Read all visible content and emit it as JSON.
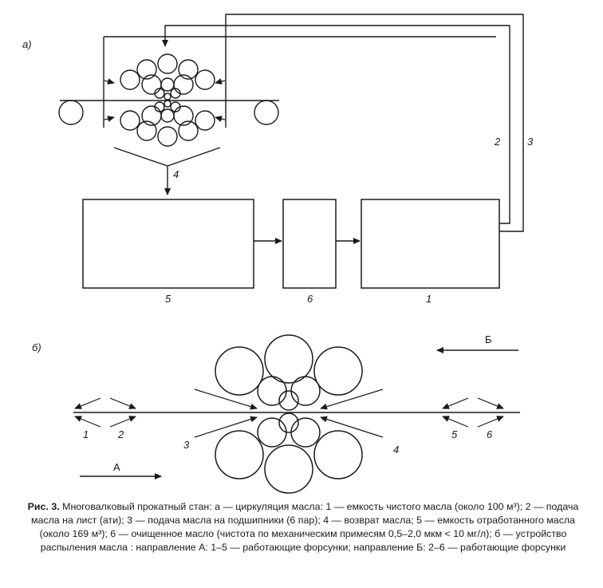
{
  "scheme_a": {
    "panel_label": "а)",
    "box_labels": [
      "5",
      "6",
      "1"
    ],
    "line_labels": [
      "2",
      "3",
      "4"
    ]
  },
  "scheme_b": {
    "panel_label": "б)",
    "direction_labels": [
      "А",
      "Б"
    ],
    "nozzle_labels": [
      "1",
      "2",
      "3",
      "4",
      "5",
      "6"
    ]
  },
  "caption": {
    "lead": "Рис. 3.",
    "text": "Многовалковый прокатный стан: а — циркуляция масла: 1 — емкость чистого масла (около 100 м³); 2 — подача масла на лист (ати); 3 — подача масла на подшипники (6 пар); 4 — возврат масла; 5 — емкость отработанного масла (около 169 м³); 6 — очищенное масло (чистота по механическим примесям 0,5–2,0 мкм < 10 мг/л);    б — устройство распыления масла : направление А: 1–5 — работающие форсунки; направление Б: 2–6 — работающие форсунки"
  }
}
